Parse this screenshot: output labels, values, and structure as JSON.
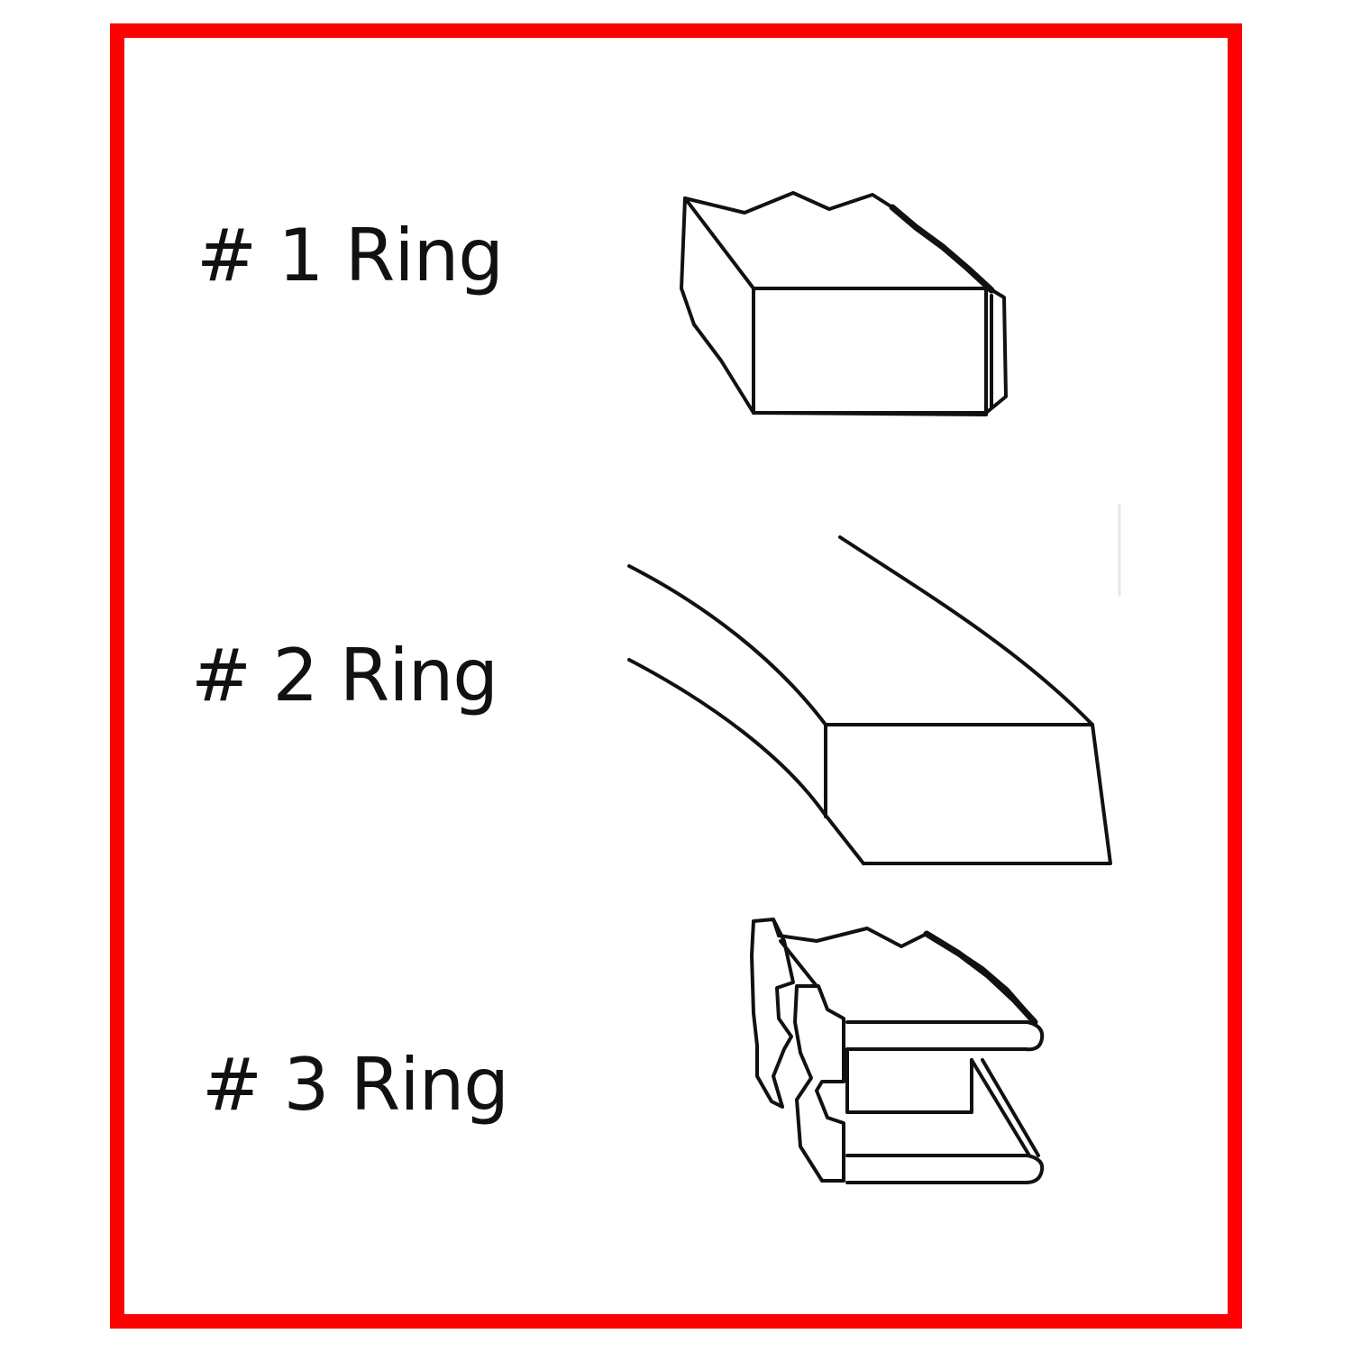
{
  "frame": {
    "border_color": "#ff0000"
  },
  "rings": [
    {
      "label": "# 1 Ring"
    },
    {
      "label": "# 2 Ring"
    },
    {
      "label": "# 3 Ring"
    }
  ]
}
